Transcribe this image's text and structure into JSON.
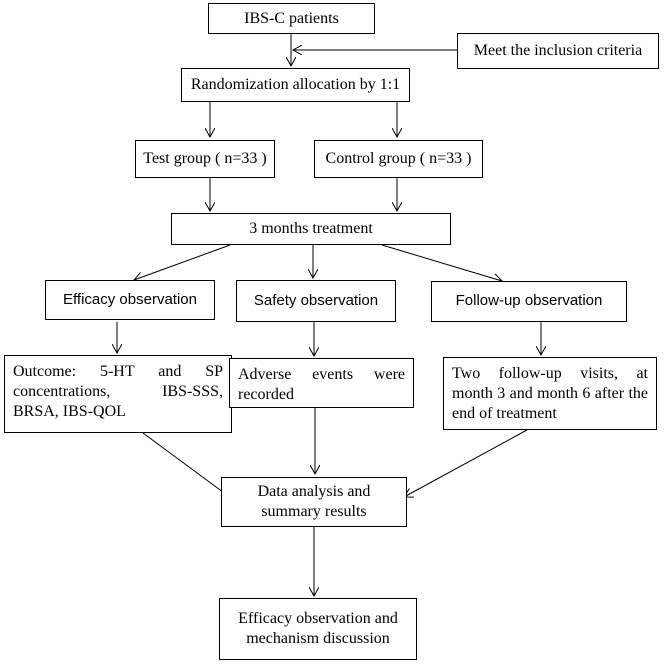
{
  "diagram": {
    "nodes": {
      "patients": "IBS-C patients",
      "inclusion": "Meet the inclusion criteria",
      "randomization": "Randomization allocation by 1:1",
      "test_group": "Test group ( n=33 )",
      "control_group": "Control group ( n=33 )",
      "treatment": "3 months treatment",
      "efficacy_obs": "Efficacy observation",
      "safety_obs": "Safety observation",
      "followup_obs": "Follow-up observation",
      "outcome": "Outcome: 5-HT and SP concentrations, IBS-SSS, BRSA, IBS-QOL",
      "adverse": "Adverse events were recorded",
      "followup_visits": "Two follow-up visits, at month 3 and month 6 after the end of treatment",
      "data_analysis": "Data analysis and summary results",
      "final": "Efficacy observation and mechanism discussion"
    },
    "edges": [
      [
        "patients",
        "randomization"
      ],
      [
        "inclusion",
        "patients-randomization-link"
      ],
      [
        "randomization",
        "test_group"
      ],
      [
        "randomization",
        "control_group"
      ],
      [
        "test_group",
        "treatment"
      ],
      [
        "control_group",
        "treatment"
      ],
      [
        "treatment",
        "efficacy_obs"
      ],
      [
        "treatment",
        "safety_obs"
      ],
      [
        "treatment",
        "followup_obs"
      ],
      [
        "efficacy_obs",
        "outcome"
      ],
      [
        "safety_obs",
        "adverse"
      ],
      [
        "followup_obs",
        "followup_visits"
      ],
      [
        "outcome",
        "data_analysis"
      ],
      [
        "adverse",
        "data_analysis"
      ],
      [
        "followup_visits",
        "data_analysis"
      ],
      [
        "data_analysis",
        "final"
      ]
    ],
    "line_color": "#000000"
  }
}
